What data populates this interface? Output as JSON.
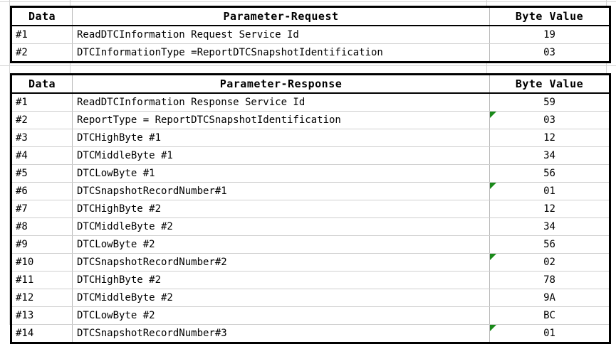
{
  "document": {
    "type": "spreadsheet",
    "title": "ReadDTCInformation ReportDTCSnapshotIdentification message tables",
    "marker_color": "#1a8a1a",
    "border_color": "#000000",
    "gridline_color": "#d4d4d4"
  },
  "request_table": {
    "name": "Parameter-Request table",
    "headers": {
      "data": "Data",
      "parameter": "Parameter-Request",
      "byte_value": "Byte Value"
    },
    "rows": [
      {
        "data": "#1",
        "parameter": "ReadDTCInformation Request Service Id",
        "byte_value": "19",
        "marker": false
      },
      {
        "data": "#2",
        "parameter": "DTCInformationType =ReportDTCSnapshotIdentification",
        "byte_value": "03",
        "marker": true
      }
    ]
  },
  "response_table": {
    "name": "Parameter-Response table",
    "headers": {
      "data": "Data",
      "parameter": "Parameter-Response",
      "byte_value": "Byte Value"
    },
    "rows": [
      {
        "data": "#1",
        "parameter": "ReadDTCInformation Response Service Id",
        "byte_value": "59",
        "marker": false
      },
      {
        "data": "#2",
        "parameter": "ReportType = ReportDTCSnapshotIdentification",
        "byte_value": "03",
        "marker": true
      },
      {
        "data": "#3",
        "parameter": "DTCHighByte #1",
        "byte_value": "12",
        "marker": false
      },
      {
        "data": "#4",
        "parameter": "DTCMiddleByte #1",
        "byte_value": "34",
        "marker": false
      },
      {
        "data": "#5",
        "parameter": "DTCLowByte #1",
        "byte_value": "56",
        "marker": false
      },
      {
        "data": "#6",
        "parameter": "DTCSnapshotRecordNumber#1",
        "byte_value": "01",
        "marker": true
      },
      {
        "data": "#7",
        "parameter": "DTCHighByte #2",
        "byte_value": "12",
        "marker": false
      },
      {
        "data": "#8",
        "parameter": "DTCMiddleByte #2",
        "byte_value": "34",
        "marker": false
      },
      {
        "data": "#9",
        "parameter": "DTCLowByte #2",
        "byte_value": "56",
        "marker": false
      },
      {
        "data": "#10",
        "parameter": "DTCSnapshotRecordNumber#2",
        "byte_value": "02",
        "marker": true
      },
      {
        "data": "#11",
        "parameter": "DTCHighByte #2",
        "byte_value": "78",
        "marker": false
      },
      {
        "data": "#12",
        "parameter": "DTCMiddleByte #2",
        "byte_value": "9A",
        "marker": false
      },
      {
        "data": "#13",
        "parameter": "DTCLowByte #2",
        "byte_value": "BC",
        "marker": false
      },
      {
        "data": "#14",
        "parameter": "DTCSnapshotRecordNumber#3",
        "byte_value": "01",
        "marker": true
      }
    ]
  }
}
